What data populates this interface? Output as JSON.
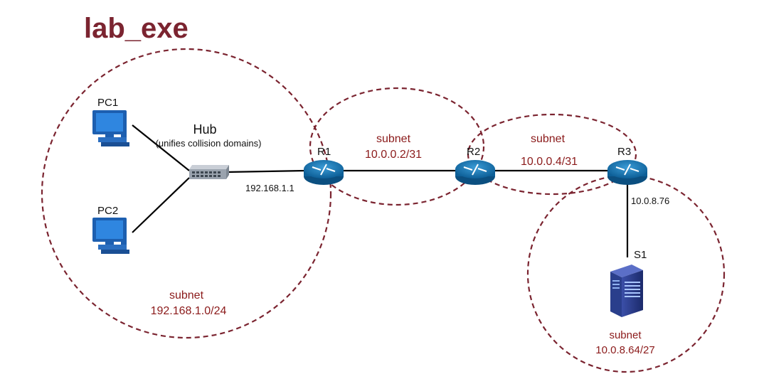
{
  "title": "lab_exe",
  "nodes": {
    "pc1": {
      "label": "PC1"
    },
    "pc2": {
      "label": "PC2"
    },
    "hub": {
      "label": "Hub",
      "note": "(unifies collision domains)"
    },
    "r1": {
      "label": "R1"
    },
    "r2": {
      "label": "R2"
    },
    "r3": {
      "label": "R3"
    },
    "s1": {
      "label": "S1"
    }
  },
  "interfaces": {
    "r1_lan": "192.168.1.1",
    "r3_s1": "10.0.8.76"
  },
  "subnets": {
    "lan": {
      "label": "subnet",
      "cidr": "192.168.1.0/24"
    },
    "r1r2": {
      "label": "subnet",
      "cidr": "10.0.0.2/31"
    },
    "r2r3": {
      "label": "subnet",
      "cidr": "10.0.0.4/31"
    },
    "server": {
      "label": "subnet",
      "cidr": "10.0.8.64/27"
    }
  },
  "colors": {
    "title": "#7b2430",
    "zone_border": "#7b2430",
    "subnet_text": "#8b1a1a",
    "router": "#1a6fa8",
    "pc": "#1d5fb0",
    "server": "#2a3f8c"
  },
  "icons": {
    "pc": "desktop-computer-icon",
    "hub": "hub-icon",
    "router": "router-icon",
    "server": "server-icon"
  }
}
